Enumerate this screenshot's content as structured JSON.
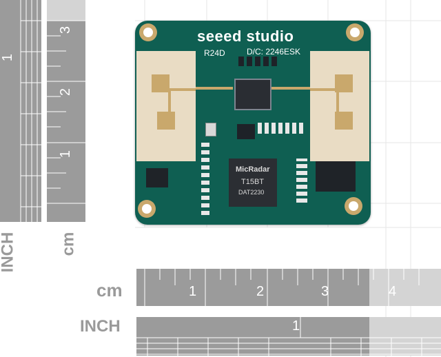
{
  "board": {
    "brand": "seeed studio",
    "model": "R24D",
    "date_code": "D/C: 2246ESK",
    "chip_brand": "MicRadar",
    "chip_model": "T15BT",
    "chip_lot": "DAT2230",
    "pcb_color": "#0f5f52",
    "antenna_color": "#e9dcc4",
    "gold_color": "#c9a86c"
  },
  "rulers": {
    "vertical_cm": {
      "unit": "cm",
      "ticks": [
        "3",
        "2",
        "1"
      ]
    },
    "vertical_inch": {
      "unit": "INCH",
      "ticks": [
        "1"
      ]
    },
    "horizontal_cm": {
      "unit": "cm",
      "ticks": [
        "1",
        "2",
        "3",
        "4"
      ]
    },
    "horizontal_inch": {
      "unit": "INCH",
      "ticks": [
        "1"
      ]
    },
    "ruler_color": "#9b9b9b"
  }
}
